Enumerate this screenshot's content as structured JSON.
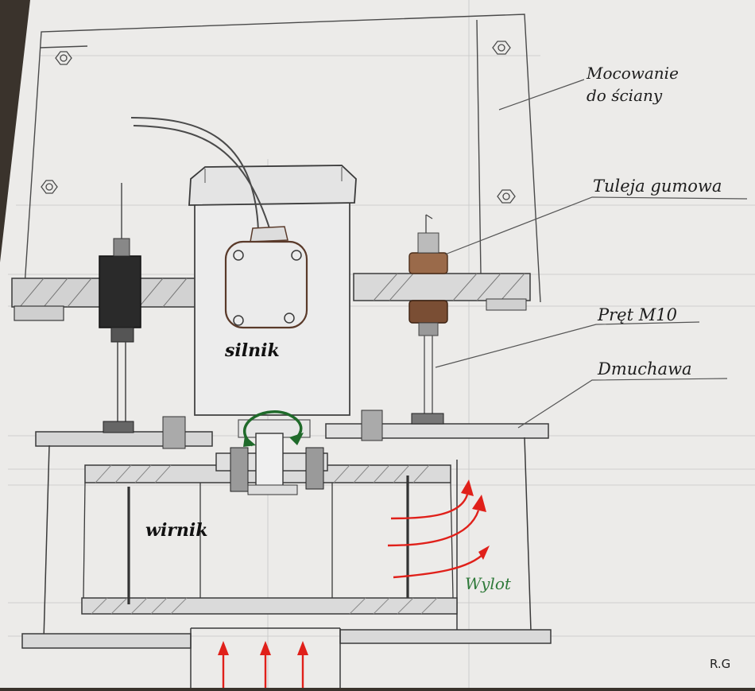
{
  "labels": {
    "mounting_line1": "Mocowanie",
    "mounting_line2": "do ściany",
    "rubber_sleeve": "Tuleja gumowa",
    "rod": "Pręt M10",
    "blower": "Dmuchawa",
    "motor": "silnik",
    "impeller": "wirnik",
    "outlet": "Wylot",
    "signature": "R.G"
  },
  "colors": {
    "paper": "#ecebe9",
    "pencil": "#4a4a4a",
    "hatch": "#8a8a8a",
    "airflow_red": "#e0201a",
    "rotation_green": "#1f6a2a",
    "outlet_green": "#2f7a3a",
    "sleeve_brown": "#8a5a3c"
  },
  "icons": {
    "rotation": "curved-rotation-arrow-icon",
    "airflow": "red-airflow-arrow-icon",
    "bolt": "hex-bolt-icon"
  }
}
